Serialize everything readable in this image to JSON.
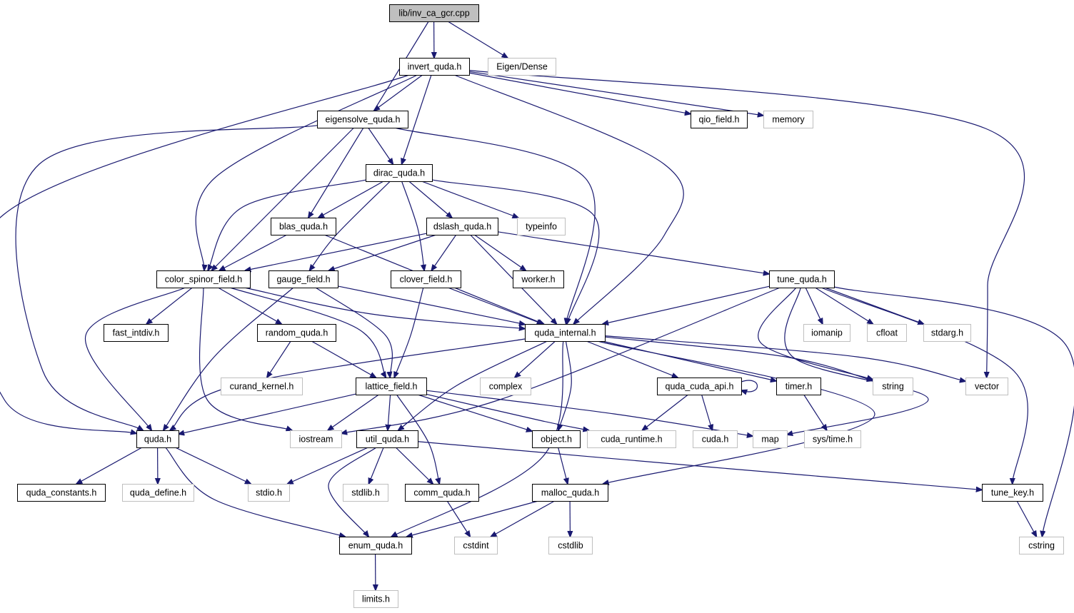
{
  "diagram": {
    "type": "include-dependency-graph",
    "colors": {
      "edge": "#191970",
      "root_fill": "#bfbfbf",
      "root_border": "#000000",
      "node_border": "#000000",
      "external_border": "#bfbfbf",
      "text": "#000000"
    },
    "nodes": [
      {
        "id": "inv_ca_gcr",
        "label": "lib/inv_ca_gcr.cpp",
        "kind": "root"
      },
      {
        "id": "invert_quda",
        "label": "invert_quda.h",
        "kind": "internal"
      },
      {
        "id": "eigen_dense",
        "label": "Eigen/Dense",
        "kind": "external"
      },
      {
        "id": "eigensolve_quda",
        "label": "eigensolve_quda.h",
        "kind": "internal"
      },
      {
        "id": "qio_field",
        "label": "qio_field.h",
        "kind": "internal"
      },
      {
        "id": "memory",
        "label": "memory",
        "kind": "external"
      },
      {
        "id": "dirac_quda",
        "label": "dirac_quda.h",
        "kind": "internal"
      },
      {
        "id": "blas_quda",
        "label": "blas_quda.h",
        "kind": "internal"
      },
      {
        "id": "dslash_quda",
        "label": "dslash_quda.h",
        "kind": "internal"
      },
      {
        "id": "typeinfo",
        "label": "typeinfo",
        "kind": "external"
      },
      {
        "id": "color_spinor_field",
        "label": "color_spinor_field.h",
        "kind": "internal"
      },
      {
        "id": "gauge_field",
        "label": "gauge_field.h",
        "kind": "internal"
      },
      {
        "id": "clover_field",
        "label": "clover_field.h",
        "kind": "internal"
      },
      {
        "id": "worker",
        "label": "worker.h",
        "kind": "internal"
      },
      {
        "id": "tune_quda",
        "label": "tune_quda.h",
        "kind": "internal"
      },
      {
        "id": "fast_intdiv",
        "label": "fast_intdiv.h",
        "kind": "internal"
      },
      {
        "id": "random_quda",
        "label": "random_quda.h",
        "kind": "internal"
      },
      {
        "id": "quda_internal",
        "label": "quda_internal.h",
        "kind": "internal"
      },
      {
        "id": "iomanip",
        "label": "iomanip",
        "kind": "external"
      },
      {
        "id": "cfloat",
        "label": "cfloat",
        "kind": "external"
      },
      {
        "id": "stdarg",
        "label": "stdarg.h",
        "kind": "external"
      },
      {
        "id": "curand_kernel",
        "label": "curand_kernel.h",
        "kind": "external"
      },
      {
        "id": "lattice_field",
        "label": "lattice_field.h",
        "kind": "internal"
      },
      {
        "id": "complex",
        "label": "complex",
        "kind": "external"
      },
      {
        "id": "quda_cuda_api",
        "label": "quda_cuda_api.h",
        "kind": "internal"
      },
      {
        "id": "timer",
        "label": "timer.h",
        "kind": "internal"
      },
      {
        "id": "string",
        "label": "string",
        "kind": "external"
      },
      {
        "id": "vector",
        "label": "vector",
        "kind": "external"
      },
      {
        "id": "quda",
        "label": "quda.h",
        "kind": "internal"
      },
      {
        "id": "iostream",
        "label": "iostream",
        "kind": "external"
      },
      {
        "id": "util_quda",
        "label": "util_quda.h",
        "kind": "internal"
      },
      {
        "id": "object",
        "label": "object.h",
        "kind": "internal"
      },
      {
        "id": "cuda_runtime",
        "label": "cuda_runtime.h",
        "kind": "external"
      },
      {
        "id": "cuda",
        "label": "cuda.h",
        "kind": "external"
      },
      {
        "id": "map",
        "label": "map",
        "kind": "external"
      },
      {
        "id": "sys_time",
        "label": "sys/time.h",
        "kind": "external"
      },
      {
        "id": "quda_constants",
        "label": "quda_constants.h",
        "kind": "internal"
      },
      {
        "id": "quda_define",
        "label": "quda_define.h",
        "kind": "external"
      },
      {
        "id": "stdio",
        "label": "stdio.h",
        "kind": "external"
      },
      {
        "id": "stdlib",
        "label": "stdlib.h",
        "kind": "external"
      },
      {
        "id": "comm_quda",
        "label": "comm_quda.h",
        "kind": "internal"
      },
      {
        "id": "malloc_quda",
        "label": "malloc_quda.h",
        "kind": "internal"
      },
      {
        "id": "tune_key",
        "label": "tune_key.h",
        "kind": "internal"
      },
      {
        "id": "enum_quda",
        "label": "enum_quda.h",
        "kind": "internal"
      },
      {
        "id": "cstdint",
        "label": "cstdint",
        "kind": "external"
      },
      {
        "id": "cstdlib",
        "label": "cstdlib",
        "kind": "external"
      },
      {
        "id": "cstring",
        "label": "cstring",
        "kind": "external"
      },
      {
        "id": "limits",
        "label": "limits.h",
        "kind": "external"
      }
    ],
    "edges": [
      [
        "inv_ca_gcr",
        "invert_quda"
      ],
      [
        "inv_ca_gcr",
        "eigen_dense"
      ],
      [
        "inv_ca_gcr",
        "blas_quda"
      ],
      [
        "invert_quda",
        "eigensolve_quda"
      ],
      [
        "invert_quda",
        "qio_field"
      ],
      [
        "invert_quda",
        "memory"
      ],
      [
        "invert_quda",
        "vector"
      ],
      [
        "invert_quda",
        "dirac_quda"
      ],
      [
        "invert_quda",
        "color_spinor_field"
      ],
      [
        "invert_quda",
        "quda_internal"
      ],
      [
        "invert_quda",
        "quda"
      ],
      [
        "eigensolve_quda",
        "dirac_quda"
      ],
      [
        "eigensolve_quda",
        "color_spinor_field"
      ],
      [
        "eigensolve_quda",
        "quda_internal"
      ],
      [
        "eigensolve_quda",
        "quda"
      ],
      [
        "dirac_quda",
        "blas_quda"
      ],
      [
        "dirac_quda",
        "dslash_quda"
      ],
      [
        "dirac_quda",
        "typeinfo"
      ],
      [
        "dirac_quda",
        "color_spinor_field"
      ],
      [
        "dirac_quda",
        "gauge_field"
      ],
      [
        "dirac_quda",
        "clover_field"
      ],
      [
        "dirac_quda",
        "quda_internal"
      ],
      [
        "blas_quda",
        "color_spinor_field"
      ],
      [
        "blas_quda",
        "quda_internal"
      ],
      [
        "dslash_quda",
        "color_spinor_field"
      ],
      [
        "dslash_quda",
        "gauge_field"
      ],
      [
        "dslash_quda",
        "clover_field"
      ],
      [
        "dslash_quda",
        "worker"
      ],
      [
        "dslash_quda",
        "tune_quda"
      ],
      [
        "dslash_quda",
        "quda_internal"
      ],
      [
        "color_spinor_field",
        "fast_intdiv"
      ],
      [
        "color_spinor_field",
        "random_quda"
      ],
      [
        "color_spinor_field",
        "quda_internal"
      ],
      [
        "color_spinor_field",
        "lattice_field"
      ],
      [
        "color_spinor_field",
        "quda"
      ],
      [
        "color_spinor_field",
        "iostream"
      ],
      [
        "gauge_field",
        "quda_internal"
      ],
      [
        "gauge_field",
        "lattice_field"
      ],
      [
        "gauge_field",
        "quda"
      ],
      [
        "clover_field",
        "quda_internal"
      ],
      [
        "clover_field",
        "lattice_field"
      ],
      [
        "tune_quda",
        "quda_internal"
      ],
      [
        "tune_quda",
        "iomanip"
      ],
      [
        "tune_quda",
        "cfloat"
      ],
      [
        "tune_quda",
        "stdarg"
      ],
      [
        "tune_quda",
        "string"
      ],
      [
        "tune_quda",
        "map"
      ],
      [
        "tune_quda",
        "iostream"
      ],
      [
        "tune_quda",
        "tune_key"
      ],
      [
        "tune_quda",
        "cstring"
      ],
      [
        "random_quda",
        "curand_kernel"
      ],
      [
        "random_quda",
        "lattice_field"
      ],
      [
        "quda_internal",
        "complex"
      ],
      [
        "quda_internal",
        "quda_cuda_api"
      ],
      [
        "quda_internal",
        "timer"
      ],
      [
        "quda_internal",
        "string"
      ],
      [
        "quda_internal",
        "vector"
      ],
      [
        "quda_internal",
        "quda"
      ],
      [
        "quda_internal",
        "util_quda"
      ],
      [
        "quda_internal",
        "object"
      ],
      [
        "quda_internal",
        "enum_quda"
      ],
      [
        "quda_internal",
        "malloc_quda"
      ],
      [
        "lattice_field",
        "quda"
      ],
      [
        "lattice_field",
        "iostream"
      ],
      [
        "lattice_field",
        "util_quda"
      ],
      [
        "lattice_field",
        "object"
      ],
      [
        "lattice_field",
        "cuda_runtime"
      ],
      [
        "lattice_field",
        "map"
      ],
      [
        "lattice_field",
        "comm_quda"
      ],
      [
        "quda_cuda_api",
        "quda_cuda_api"
      ],
      [
        "quda_cuda_api",
        "cuda_runtime"
      ],
      [
        "quda_cuda_api",
        "cuda"
      ],
      [
        "timer",
        "sys_time"
      ],
      [
        "quda",
        "quda_constants"
      ],
      [
        "quda",
        "quda_define"
      ],
      [
        "quda",
        "stdio"
      ],
      [
        "quda",
        "enum_quda"
      ],
      [
        "util_quda",
        "stdio"
      ],
      [
        "util_quda",
        "stdlib"
      ],
      [
        "util_quda",
        "comm_quda"
      ],
      [
        "util_quda",
        "enum_quda"
      ],
      [
        "util_quda",
        "tune_key"
      ],
      [
        "object",
        "malloc_quda"
      ],
      [
        "comm_quda",
        "cstdint"
      ],
      [
        "malloc_quda",
        "enum_quda"
      ],
      [
        "malloc_quda",
        "cstdint"
      ],
      [
        "malloc_quda",
        "cstdlib"
      ],
      [
        "tune_key",
        "cstring"
      ],
      [
        "enum_quda",
        "limits"
      ]
    ]
  }
}
